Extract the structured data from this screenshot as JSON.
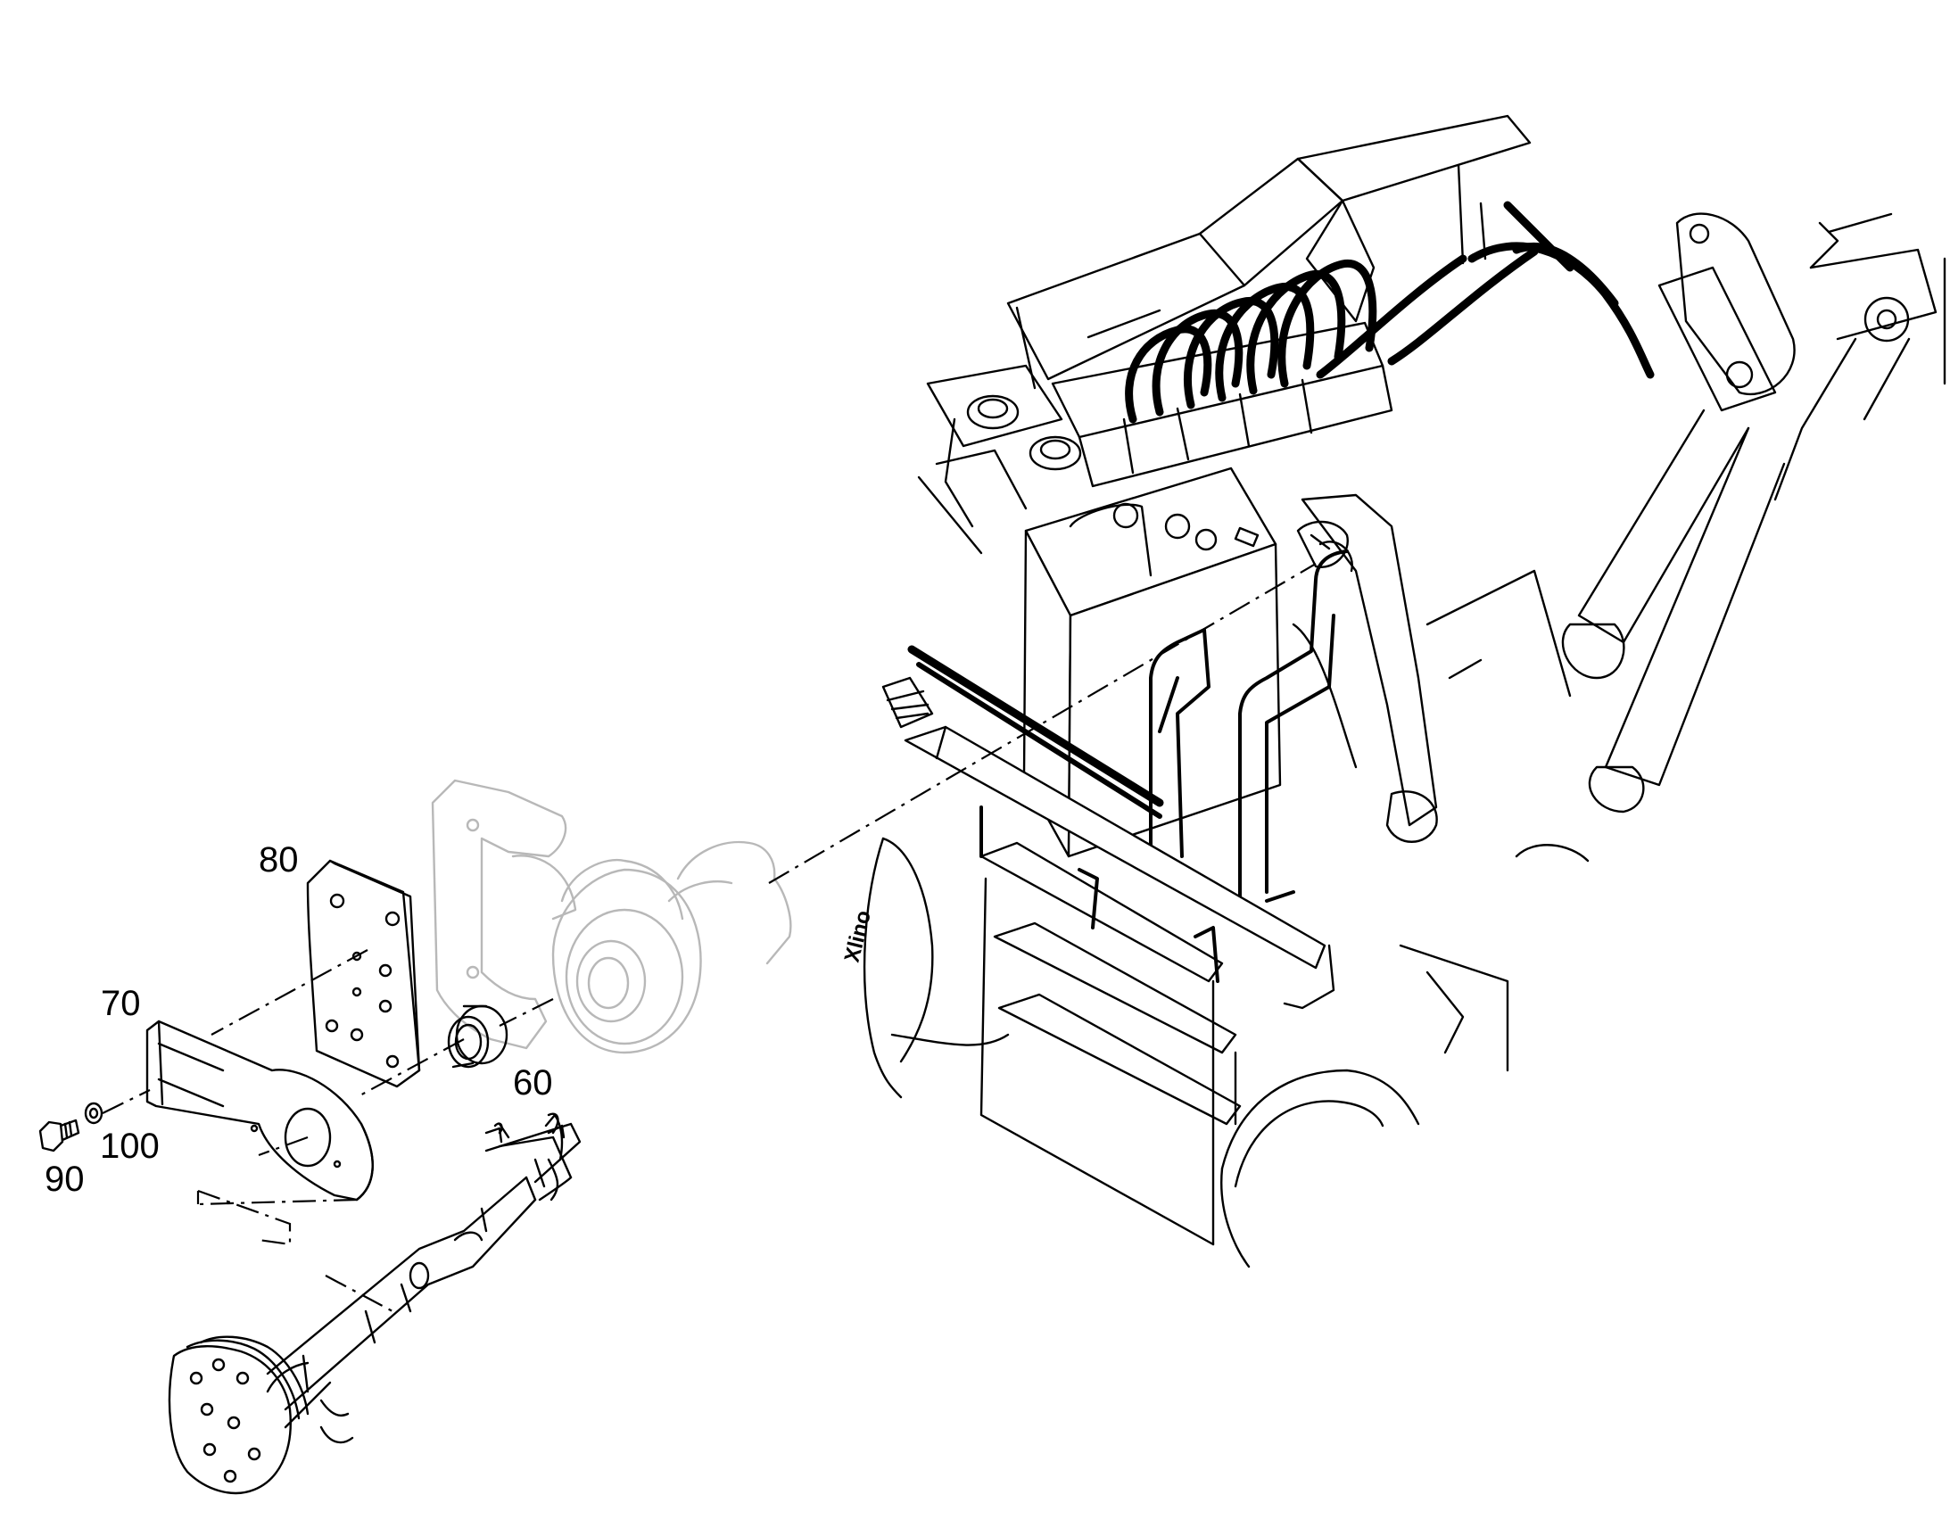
{
  "callouts": [
    {
      "id": "callout-80",
      "label": "80"
    },
    {
      "id": "callout-70",
      "label": "70"
    },
    {
      "id": "callout-60",
      "label": "60"
    },
    {
      "id": "callout-100",
      "label": "100"
    },
    {
      "id": "callout-90",
      "label": "90"
    }
  ],
  "colors": {
    "line": "#000000",
    "ghost": "#b8b8b8",
    "background": "#ffffff"
  }
}
